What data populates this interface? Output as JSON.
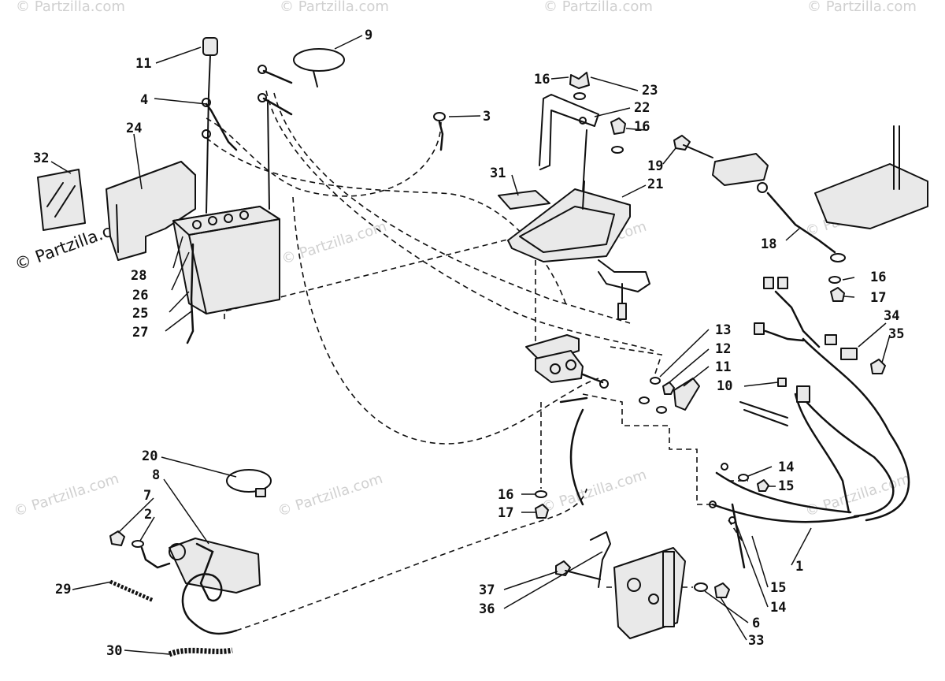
{
  "brand": {
    "copyright_label": "© Partzilla.com",
    "watermark_text": "© Partzilla.com",
    "watermark_color": "#d0d0d0"
  },
  "callouts": {
    "c1": "1",
    "c2": "2",
    "c3": "3",
    "c4": "4",
    "c6": "6",
    "c7": "7",
    "c8": "8",
    "c9": "9",
    "c10": "10",
    "c11a": "11",
    "c11b": "11",
    "c12": "12",
    "c13": "13",
    "c14a": "14",
    "c14b": "14",
    "c15a": "15",
    "c15b": "15",
    "c16a": "16",
    "c16b": "16",
    "c16c": "16",
    "c16d": "16",
    "c17a": "17",
    "c17b": "17",
    "c18": "18",
    "c19": "19",
    "c20": "20",
    "c21": "21",
    "c22": "22",
    "c23": "23",
    "c24": "24",
    "c25": "25",
    "c26": "26",
    "c27": "27",
    "c28": "28",
    "c29": "29",
    "c30": "30",
    "c31": "31",
    "c32": "32",
    "c33": "33",
    "c34": "34",
    "c35": "35",
    "c36": "36",
    "c37": "37"
  }
}
